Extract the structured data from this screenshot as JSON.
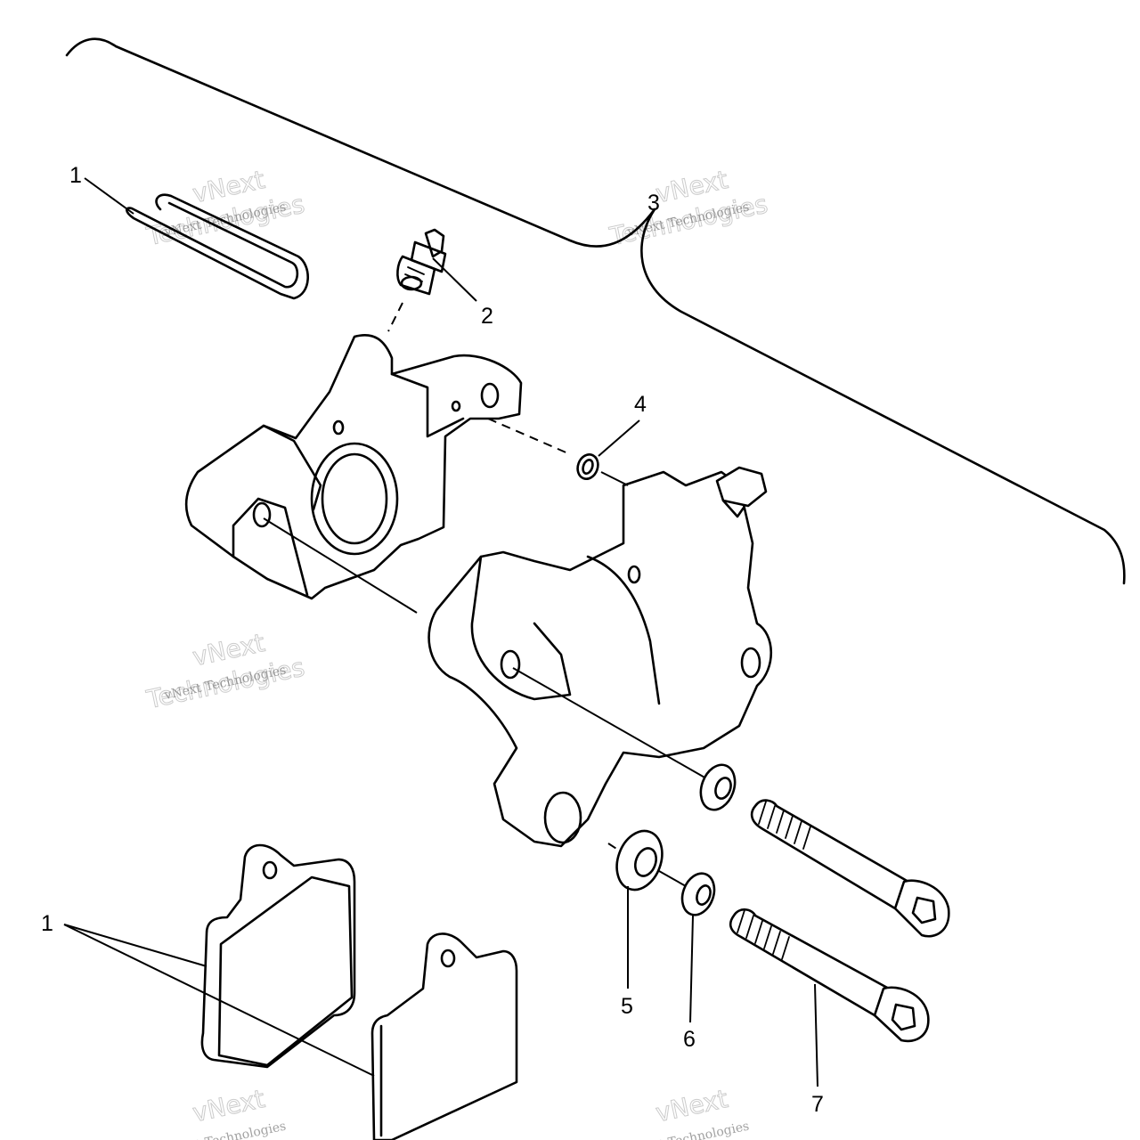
{
  "diagram": {
    "callouts": {
      "brake_pad_clip": "1",
      "bleeder_valve": "2",
      "caliper_assembly": "3",
      "o_ring": "4",
      "washer_large": "5",
      "washer_small": "6",
      "caliper_bolt": "7",
      "brake_pads": "1"
    },
    "watermark": {
      "line1": "vNext",
      "line2": "Technologies",
      "small": "vNext Technologies"
    }
  }
}
